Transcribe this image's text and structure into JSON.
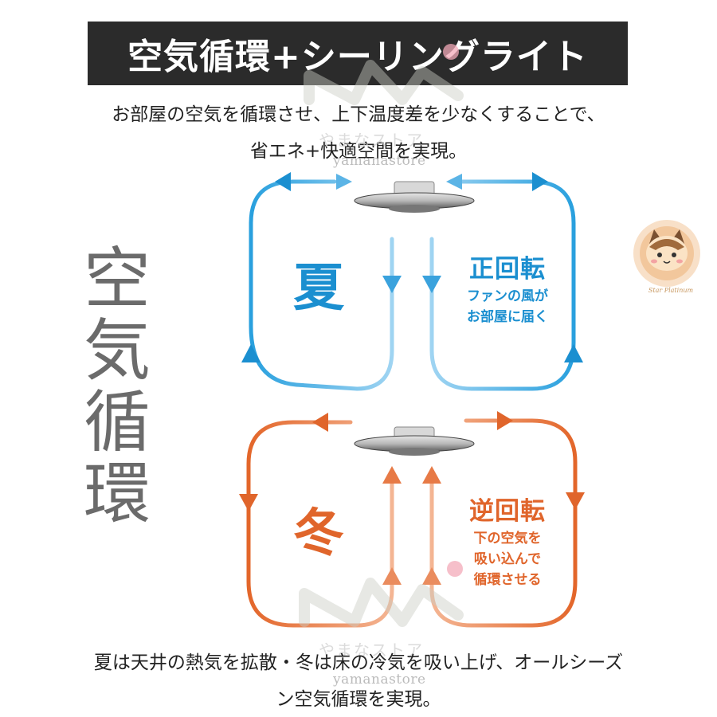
{
  "header": {
    "title": "空気循環+シーリングライト"
  },
  "intro": {
    "line1": "お部屋の空気を循環させ、上下温度差を少なくすることで、",
    "line2": "省エネ+快適空間を実現。"
  },
  "vertical_title": [
    "空",
    "気",
    "循",
    "環"
  ],
  "summer": {
    "label": "夏",
    "mode_title": "正回転",
    "mode_desc_line1": "ファンの風が",
    "mode_desc_line2": "お部屋に届く",
    "color": "#1b8fd0"
  },
  "winter": {
    "label": "冬",
    "mode_title": "逆回転",
    "mode_desc_line1": "下の空気を",
    "mode_desc_line2": "吸い込んで",
    "mode_desc_line3": "循環させる",
    "color": "#e0652b"
  },
  "watermark": {
    "kana": "やまなストア",
    "store": "yamanastore"
  },
  "badge": {
    "caption": "Star Platinum"
  },
  "outro": {
    "line1": "夏は天井の熱気を拡散・冬は床の冷気を吸い上げ、オールシーズ",
    "line2": "ン空気循環を実現。"
  }
}
